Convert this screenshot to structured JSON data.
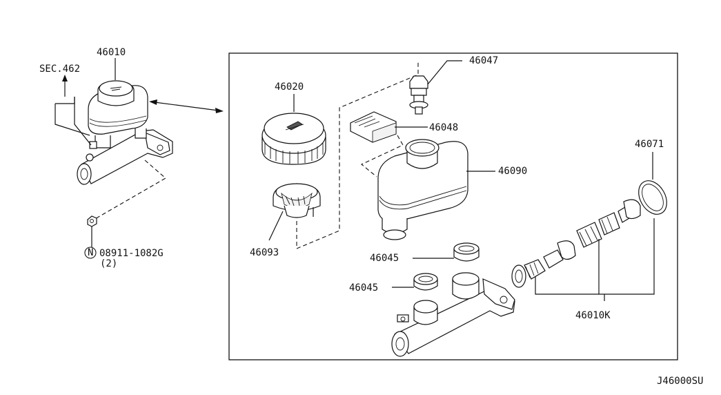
{
  "labels": {
    "assembly": "46010",
    "sec_ref": "SEC.462",
    "nut_part": "08911-1082G",
    "nut_qty": "(2)",
    "nut_prefix": "N",
    "cap": "46020",
    "strainer": "46093",
    "bolt": "46047",
    "pin": "46048",
    "reservoir": "46090",
    "grommet_upper": "46045",
    "grommet_lower": "46045",
    "seal": "46071",
    "piston_kit": "46010K",
    "figure_code": "J46000SU"
  }
}
